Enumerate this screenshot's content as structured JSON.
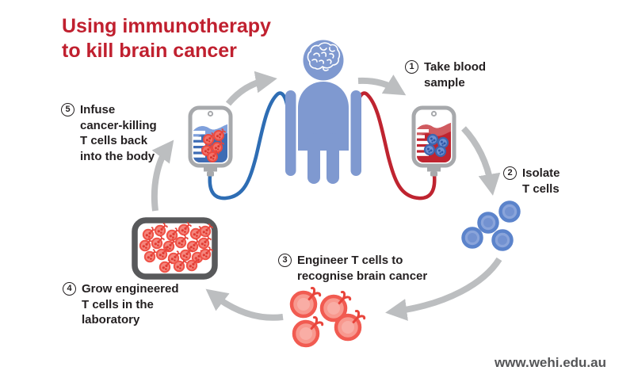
{
  "title": {
    "line1": "Using immunotherapy",
    "line2": "to kill brain cancer"
  },
  "steps": [
    {
      "number": "1",
      "lines": [
        "Take blood",
        "sample"
      ]
    },
    {
      "number": "2",
      "lines": [
        "Isolate",
        "T cells"
      ]
    },
    {
      "number": "3",
      "lines": [
        "Engineer T cells to",
        "recognise brain cancer"
      ]
    },
    {
      "number": "4",
      "lines": [
        "Grow engineered",
        "T cells in the",
        "laboratory"
      ]
    },
    {
      "number": "5",
      "lines": [
        "Infuse",
        "cancer-killing",
        "T cells back",
        "into the body"
      ]
    }
  ],
  "footer": {
    "url": "www.wehi.edu.au"
  },
  "icons": {
    "person-figure": "blue human silhouette with brain outline in head",
    "brain-icon": "white outlined brain",
    "blood-bag-icon": "IV bag with red blood and blue T cells",
    "infusion-bag-icon": "IV bag with blue fluid and red engineered T cells",
    "culture-flask-icon": "lab vessel filled with engineered T cells",
    "t-cell-icon": "round blue cell",
    "engineered-t-cell-icon": "red cell with Y-shaped CAR receptor",
    "cycle-arrow-icon": "thick gray curved arrow"
  },
  "colors": {
    "title_red": "#c0202f",
    "text_black": "#231f20",
    "person_blue": "#7f99d0",
    "tube_blue": "#2e6db4",
    "blood_red": "#bf2430",
    "arrow_gray": "#bcbec0",
    "bag_outline_gray": "#a7a9ac",
    "flask_gray": "#58595b",
    "t_cell_blue": "#5b83cb",
    "engineered_cell_red": "#f15b51",
    "footer_gray": "#545557"
  }
}
